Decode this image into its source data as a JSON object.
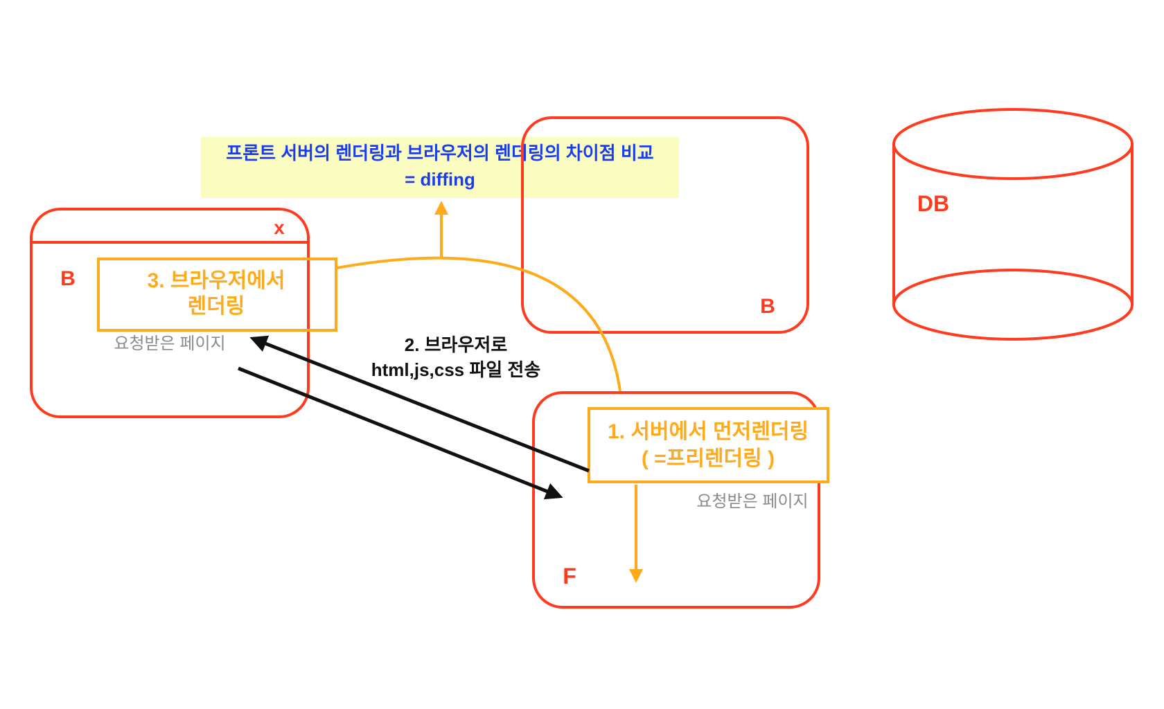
{
  "colors": {
    "red": "#ff3b1f",
    "orange": "#ffaa1a",
    "black": "#111111",
    "gray": "#8a8a8a",
    "blue": "#1a3cf0",
    "note_bg": "#fbfdc0"
  },
  "note": {
    "line1": "프론트 서버의 렌더링과 브라우저의 렌더링의 차이점 비교",
    "line2": "= diffing"
  },
  "browser_left": {
    "label": "B",
    "close": "x",
    "page_label": "요청받은 페이지"
  },
  "browser_right": {
    "label": "B"
  },
  "database": {
    "label": "DB"
  },
  "front_server": {
    "label": "F",
    "page_label": "요청받은 페이지"
  },
  "steps": {
    "step1_line1": "1. 서버에서 먼저렌더링",
    "step1_line2": "( =프리렌더링 )",
    "step2_line1": "2. 브라우저로",
    "step2_line2": "html,js,css 파일 전송",
    "step3_line1": "3. 브라우저에서",
    "step3_line2": "렌더링"
  }
}
